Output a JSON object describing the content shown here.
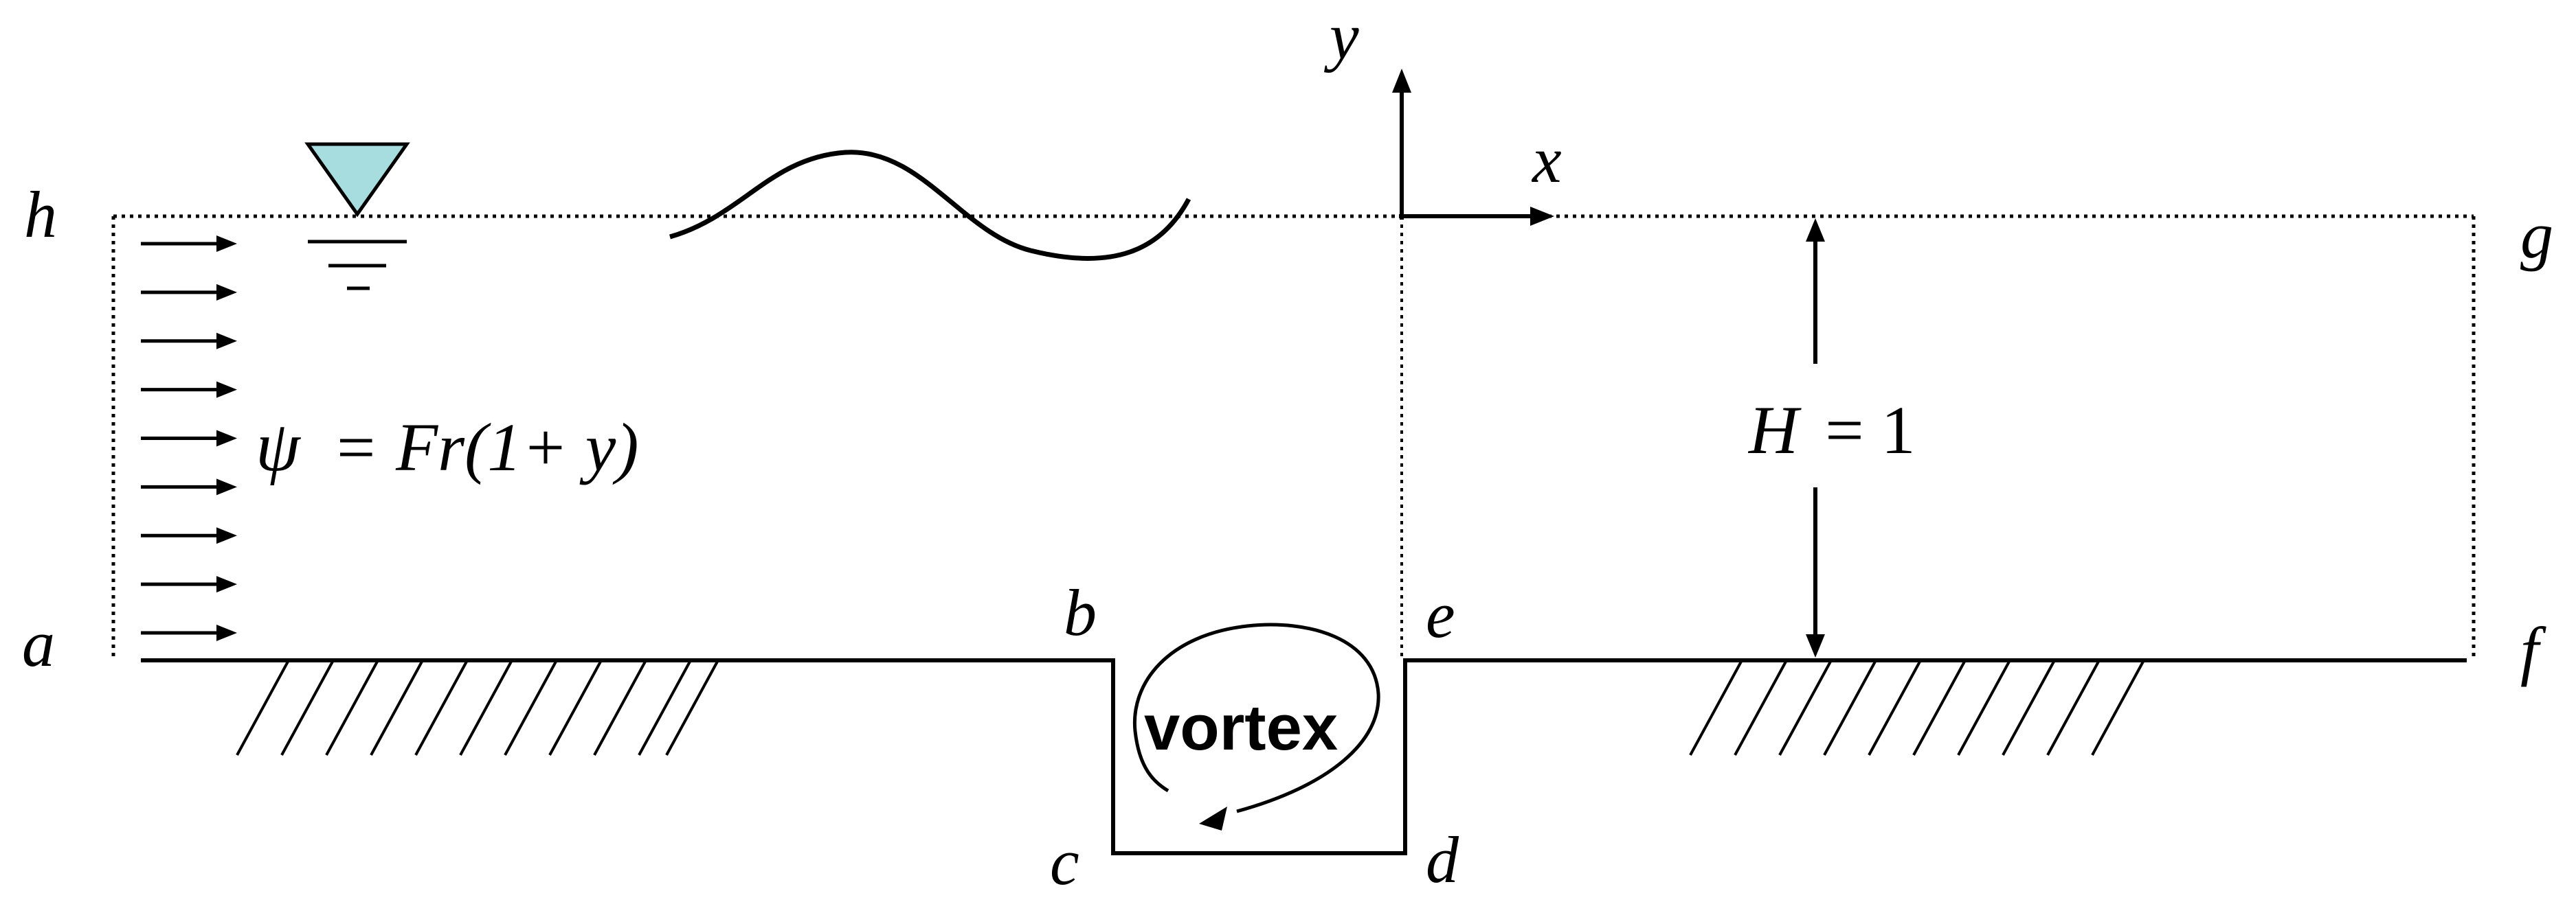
{
  "labels": {
    "corner_h": "h",
    "corner_a": "a",
    "corner_b": "b",
    "corner_c": "c",
    "corner_d": "d",
    "corner_e": "e",
    "corner_f": "f",
    "corner_g": "g"
  },
  "axes": {
    "x": "x",
    "y": "y"
  },
  "inflow": {
    "psi": "ψ",
    "rhs": "= Fr(1+ y)",
    "arrow_count": 9
  },
  "depth": {
    "var": "H",
    "eq": "= 1"
  },
  "cavity": {
    "vortex": "vortex"
  },
  "colors": {
    "line": "#000000",
    "free_surface_marker": "#a8dde0",
    "background": "#ffffff"
  },
  "icons": {
    "free_surface": "inverted-triangle-water-level-icon",
    "wall": "hatched-solid-wall",
    "circulation": "counterclockwise-circulation-arrow"
  }
}
